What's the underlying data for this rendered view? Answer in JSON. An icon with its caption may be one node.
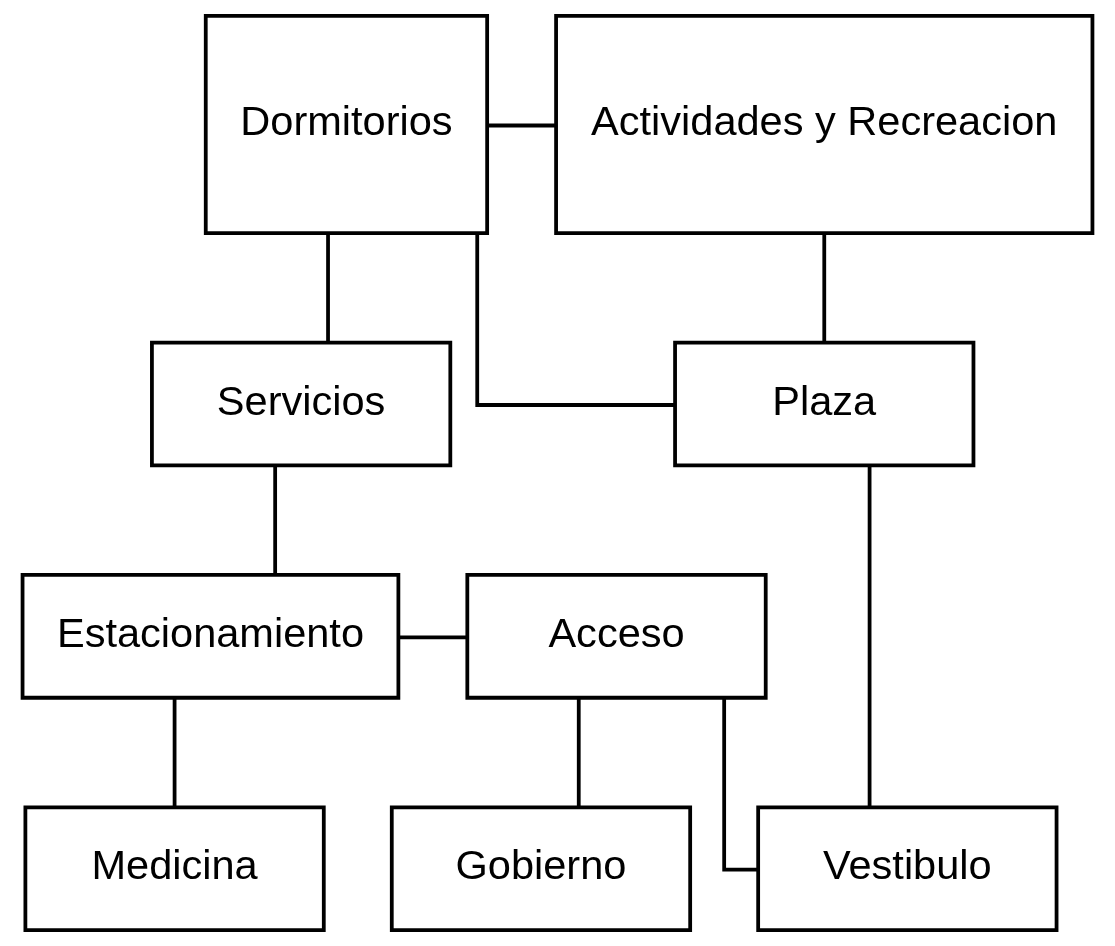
{
  "diagram": {
    "nodes": [
      {
        "text": [
          "Dormitorios"
        ]
      },
      {
        "text": [
          "Actividades y Recreacion"
        ]
      },
      {
        "text": [
          "Servicios"
        ]
      },
      {
        "text": [
          "Plaza"
        ]
      },
      {
        "text": [
          "Medicina"
        ]
      },
      {
        "text": [
          "Vestibulo"
        ]
      },
      {
        "text": [
          "Gobierno"
        ]
      },
      {
        "text": [
          "Estacionamiento"
        ]
      },
      {
        "text": [
          "Acceso"
        ]
      }
    ],
    "edges": [
      {
        "from": 0,
        "to": 1,
        "arrow": "none"
      },
      {
        "from": 0,
        "to": 2,
        "arrow": "none"
      },
      {
        "from": 0,
        "to": 3,
        "arrow": "none"
      },
      {
        "from": 1,
        "to": 3,
        "arrow": "none"
      },
      {
        "from": 3,
        "to": 5,
        "arrow": "none"
      },
      {
        "from": 5,
        "to": 8,
        "arrow": "none"
      },
      {
        "from": 4,
        "to": 7,
        "arrow": "none"
      },
      {
        "from": 2,
        "to": 7,
        "arrow": "none"
      },
      {
        "from": 7,
        "to": 8,
        "arrow": "none"
      },
      {
        "from": 8,
        "to": 6,
        "arrow": "none"
      }
    ]
  }
}
